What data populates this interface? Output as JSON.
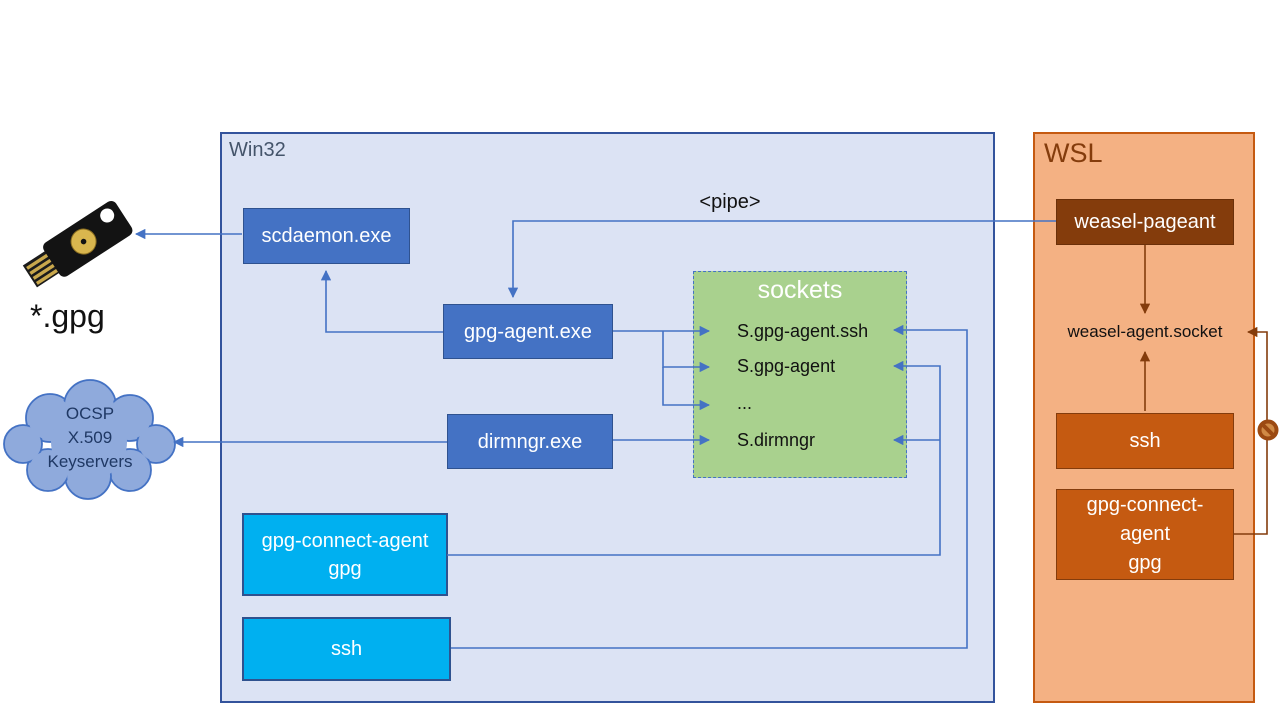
{
  "win32": {
    "label": "Win32",
    "scdaemon_label": "scdaemon.exe",
    "gpg_agent_label": "gpg-agent.exe",
    "dirmngr_label": "dirmngr.exe",
    "gpg_connect_agent_line1": "gpg-connect-agent",
    "gpg_connect_agent_line2": "gpg",
    "ssh_label": "ssh"
  },
  "sockets": {
    "title": "sockets",
    "items": [
      "S.gpg-agent.ssh",
      "S.gpg-agent",
      "...",
      "S.dirmngr"
    ]
  },
  "wsl": {
    "label": "WSL",
    "weasel_pageant_label": "weasel-pageant",
    "weasel_agent_socket_label": "weasel-agent.socket",
    "ssh_label": "ssh",
    "gpg_connect_agent_line1": "gpg-connect-",
    "gpg_connect_agent_line2": "agent",
    "gpg_connect_agent_line3": "gpg"
  },
  "external": {
    "smartcard_files_label": "*.gpg",
    "cloud_line1": "OCSP",
    "cloud_line2": "X.509",
    "cloud_line3": "Keyservers"
  },
  "pipe_label": "<pipe>",
  "icons": {
    "yubikey": "yubikey-security-key",
    "no_entry": "blocked-connection"
  },
  "colors": {
    "win32_fill": "#DCE3F4",
    "win32_border": "#33539C",
    "process_box_fill": "#4472C4",
    "cyan_box_fill": "#00B0F0",
    "sockets_fill": "#A9D18E",
    "wsl_fill": "#F4B183",
    "wsl_border": "#C55A11",
    "weasel_box_fill": "#843C0C",
    "wsl_box_fill": "#C55A11",
    "arrow_blue": "#4472C4",
    "arrow_brown": "#843C0C",
    "cloud_fill": "#8FAADC",
    "cloud_text": "#1F3864"
  }
}
